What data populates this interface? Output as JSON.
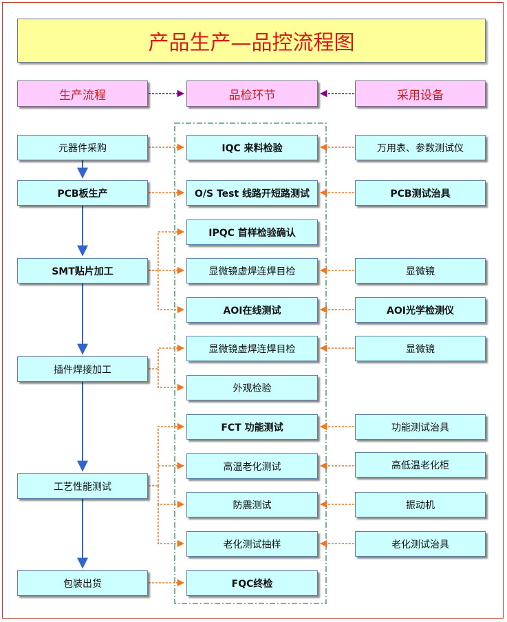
{
  "title": "产品生产—品控流程图",
  "headers": {
    "process": "生产流程",
    "inspection": "品检环节",
    "equipment": "采用设备"
  },
  "process": {
    "procurement": "元器件采购",
    "pcb": "PCB板生产",
    "smt": "SMT贴片加工",
    "insertion": "插件焊接加工",
    "process_test": "工艺性能测试",
    "packing": "包装出货"
  },
  "inspection": {
    "iqc": "IQC 来料检验",
    "os_test": "O/S Test 线路开短路测试",
    "ipqc": "IPQC 首样检验确认",
    "microscope1": "显微镜虚焊连焊目检",
    "aoi": "AOI在线测试",
    "microscope2": "显微镜虚焊连焊目检",
    "appearance": "外观检验",
    "fct": "FCT 功能测试",
    "high_temp": "高温老化测试",
    "shockproof": "防震测试",
    "aging_sample": "老化测试抽样",
    "fqc": "FQC终检"
  },
  "equipment": {
    "multimeter": "万用表、参数测试仪",
    "pcb_fixture": "PCB测试治具",
    "microscope1": "显微镜",
    "aoi_tester": "AOI光学检测仪",
    "microscope2": "显微镜",
    "function_fixture": "功能测试治具",
    "aging_cabinet": "高低温老化柜",
    "vibration": "振动机",
    "aging_fixture": "老化测试治具"
  },
  "colors": {
    "title_bg": "#ffff99",
    "title_text": "#d81b1b",
    "header_bg": "#ffccff",
    "box_bg": "#ccffff",
    "process_arrow": "#3366cc",
    "connector": "#ee7722",
    "header_connector": "#800080",
    "group_border": "#2e8b57"
  }
}
